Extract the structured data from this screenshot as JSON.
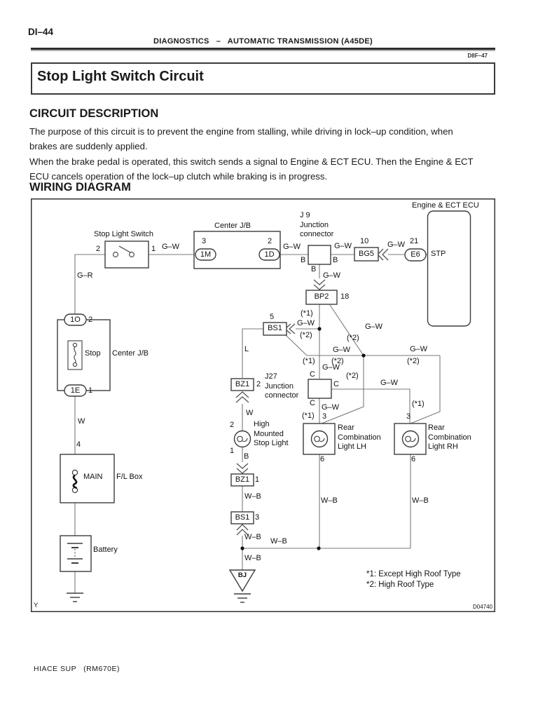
{
  "page": {
    "page_number": "DI–44",
    "header": "DIAGNOSTICS   –   AUTOMATIC TRANSMISSION (A45DE)",
    "page_code": "D8F–47",
    "title": "Stop Light Switch Circuit",
    "footer": "HIACE SUP   (RM670E)"
  },
  "description": {
    "heading": "CIRCUIT DESCRIPTION",
    "para1": "The purpose of this circuit is to prevent the engine from stalling, while driving in lock–up condition, when\nbrakes are suddenly applied.",
    "para2": "When the brake pedal is operated, this switch sends a signal to Engine & ECT ECU. Then the Engine & ECT\nECU cancels operation of the lock–up clutch while braking is in progress."
  },
  "diagram": {
    "heading": "WIRING DIAGRAM",
    "code": "D04740",
    "corner": "Y",
    "note1": "*1: Except High Roof Type",
    "note2": "*2: High Roof Type",
    "wire": {
      "gw": "G–W",
      "gr": "G–R",
      "wb": "W–B",
      "w": "W",
      "l": "L",
      "b": "B"
    },
    "mark": {
      "s1": "(*1)",
      "s2": "(*2)"
    },
    "sw": {
      "label": "Stop Light Switch",
      "pin2": "2",
      "pin1": "1"
    },
    "cjb": {
      "label": "Center J/B",
      "m": "1M",
      "m_pin": "3",
      "d": "1D",
      "d_pin": "2"
    },
    "j9": {
      "label": "J 9\nJunction\nconnector",
      "b": "B"
    },
    "bg5": {
      "id": "BG5",
      "pin": "10"
    },
    "e6": {
      "id": "E6",
      "pin": "21"
    },
    "ecu": {
      "label": "Engine & ECT ECU",
      "stp": "STP"
    },
    "bp2": {
      "id": "BP2",
      "pin": "18"
    },
    "bs1t": {
      "id": "BS1",
      "pin": "5"
    },
    "j27": {
      "label": "J27\nJunction\nconnector",
      "c": "C"
    },
    "lh": {
      "label": "Rear\nCombination\nLight LH",
      "pin3": "3",
      "pin6": "6"
    },
    "rh": {
      "label": "Rear\nCombination\nLight RH",
      "pin3": "3",
      "pin6": "6"
    },
    "hmsl": {
      "label": "High\nMounted\nStop Light",
      "pin2": "2",
      "pin1": "1"
    },
    "bz1t": {
      "id": "BZ1",
      "pin": "2"
    },
    "bz1b": {
      "id": "BZ1",
      "pin": "1"
    },
    "bs1b": {
      "id": "BS1",
      "pin": "3"
    },
    "bj": {
      "id": "BJ"
    },
    "cjbl": {
      "label": "Center J/B",
      "fuse": "Stop",
      "o": "1O",
      "o_pin": "2",
      "e": "1E",
      "e_pin": "1"
    },
    "fl": {
      "label": "F/L Box",
      "fuse": "MAIN",
      "pin": "4"
    },
    "bat": {
      "label": "Battery"
    }
  }
}
